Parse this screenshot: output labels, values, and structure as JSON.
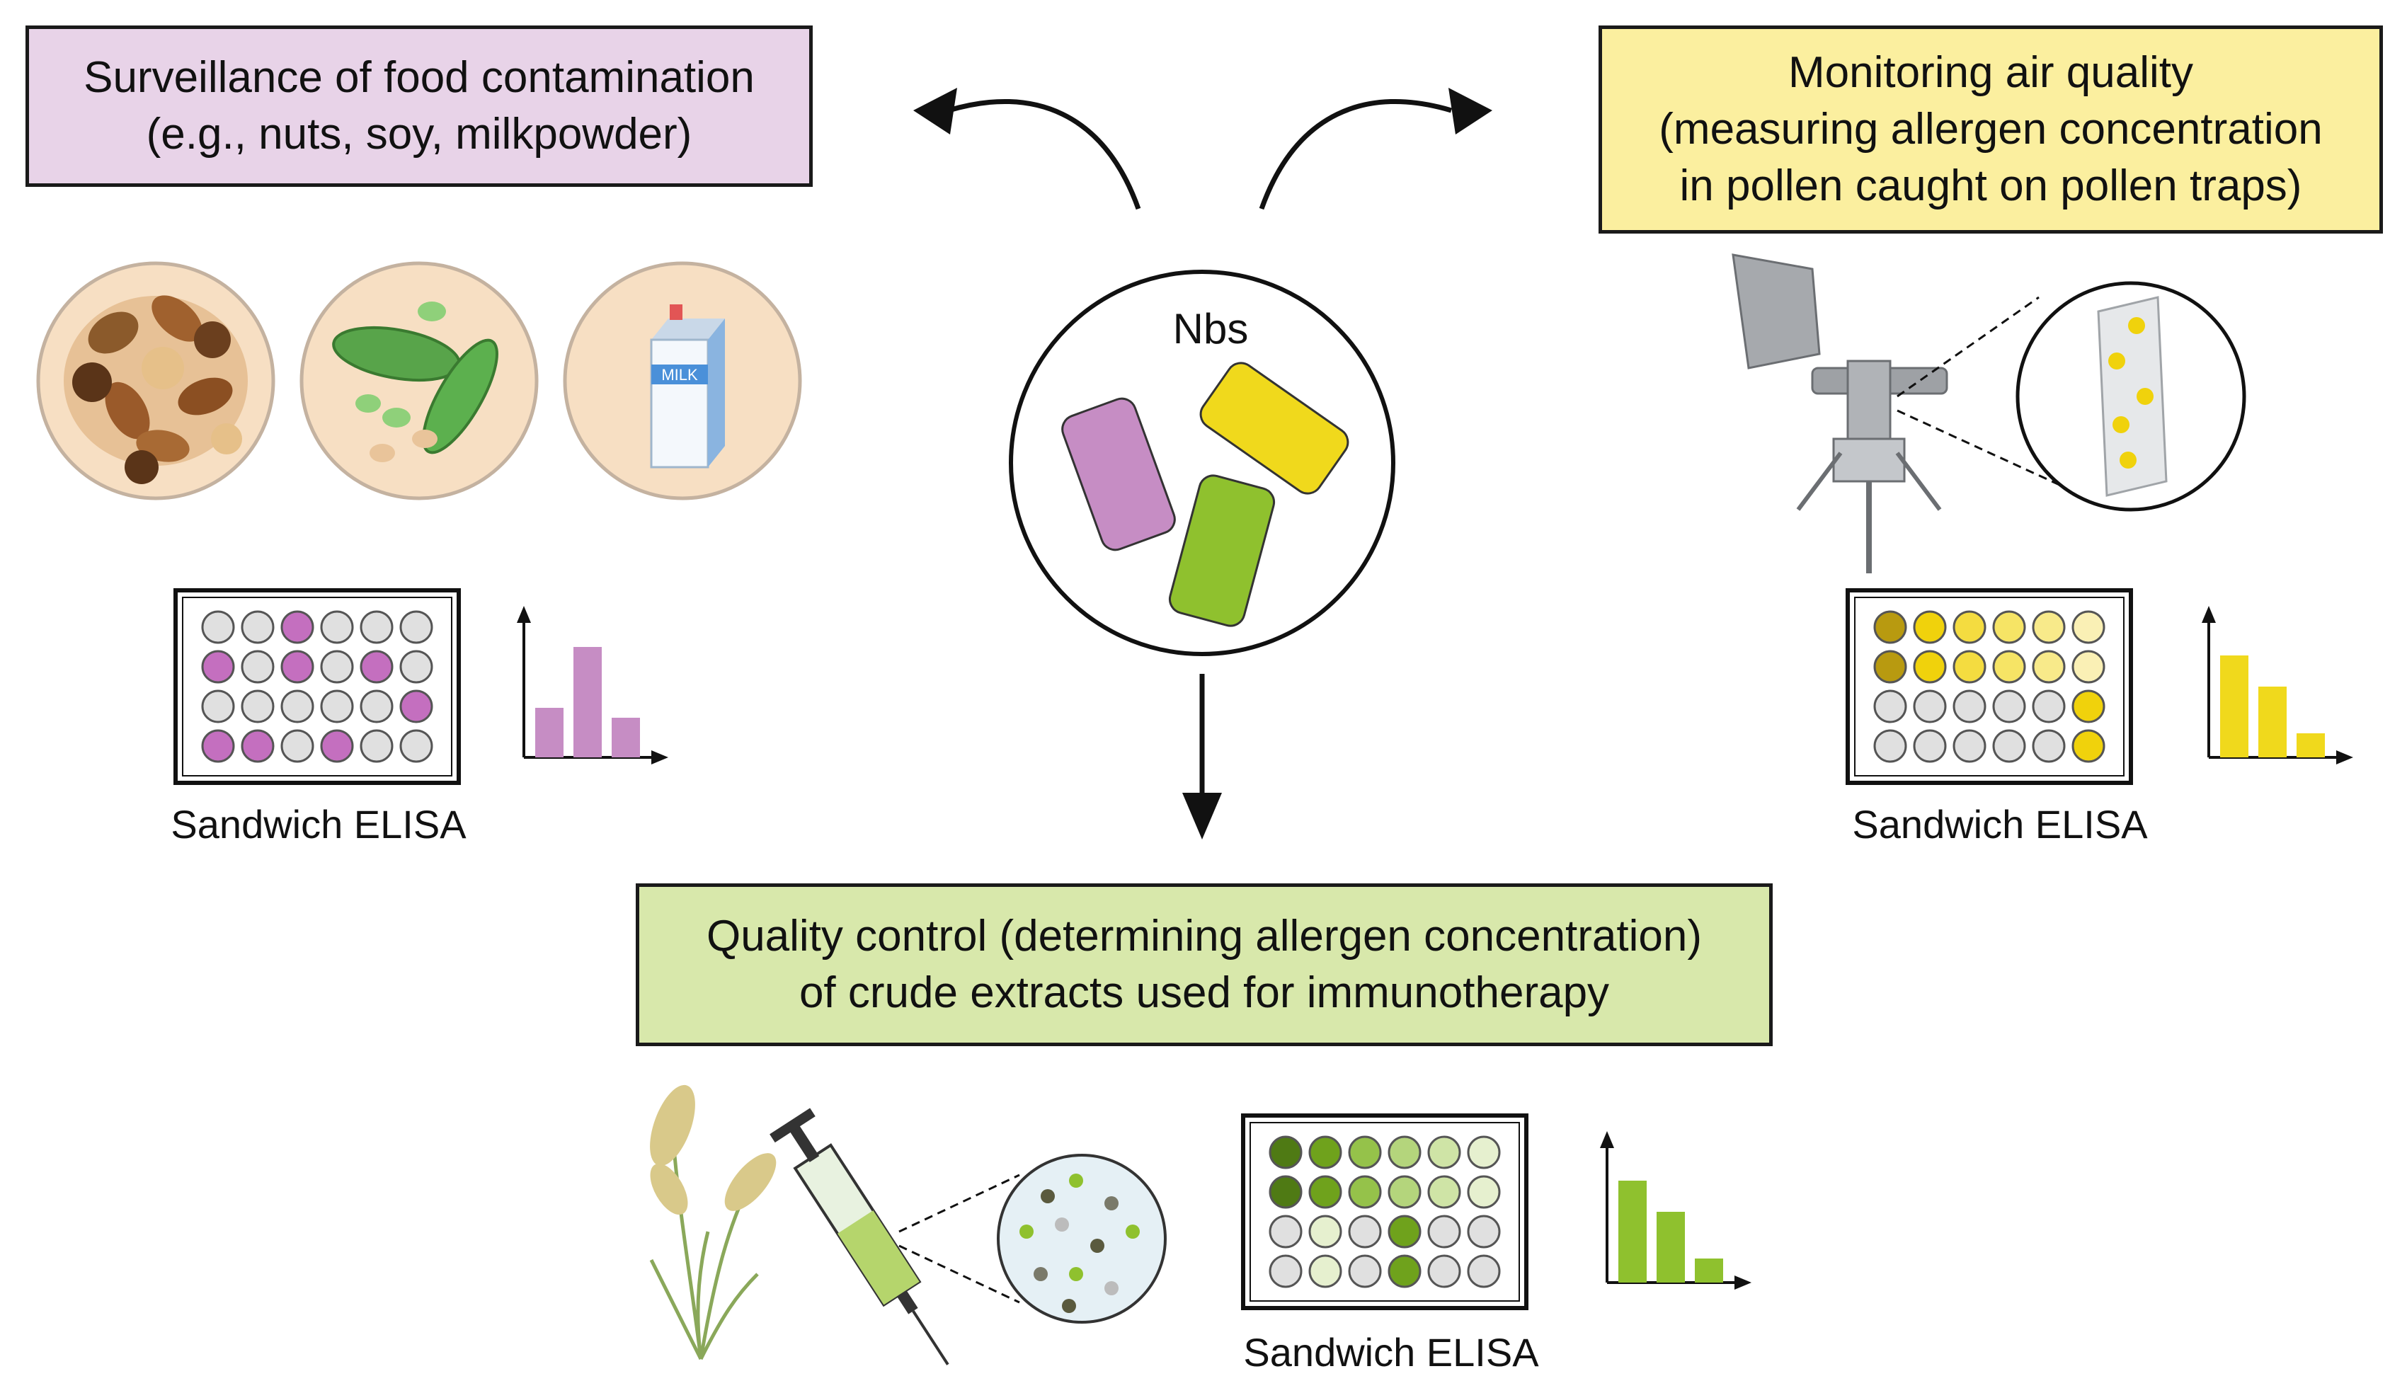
{
  "boxes": {
    "food": "Surveillance of food contamination\n(e.g., nuts, soy, milkpowder)",
    "air": "Monitoring air quality\n(measuring allergen concentration\nin pollen caught on pollen traps)",
    "quality": "Quality control (determining allergen concentration)\nof crude extracts used for immunotherapy"
  },
  "center": {
    "label": "Nbs"
  },
  "captions": {
    "food": "Sandwich ELISA",
    "air": "Sandwich ELISA",
    "quality": "Sandwich ELISA"
  },
  "food_icons": {
    "milk_label": "MILK"
  },
  "colors": {
    "purple": "#c68dc4",
    "yellow": "#f0d91c",
    "green": "#8fc12e",
    "box_food": "#e8d3e8",
    "box_air": "#fbef9f",
    "box_quality": "#d8e8ab"
  },
  "nanobodies": [
    {
      "name": "purple",
      "color": "#c68dc4"
    },
    {
      "name": "yellow",
      "color": "#f0d91c"
    },
    {
      "name": "green",
      "color": "#8fc12e"
    }
  ],
  "plates": {
    "food": [
      [
        "#e0e0e0",
        "#e0e0e0",
        "#c46fbf",
        "#e0e0e0",
        "#e0e0e0",
        "#e0e0e0"
      ],
      [
        "#c46fbf",
        "#e0e0e0",
        "#c46fbf",
        "#e0e0e0",
        "#c46fbf",
        "#e0e0e0"
      ],
      [
        "#e0e0e0",
        "#e0e0e0",
        "#e0e0e0",
        "#e0e0e0",
        "#e0e0e0",
        "#c46fbf"
      ],
      [
        "#c46fbf",
        "#c46fbf",
        "#e0e0e0",
        "#c46fbf",
        "#e0e0e0",
        "#e0e0e0"
      ]
    ],
    "air": [
      [
        "#b89a10",
        "#f0d20c",
        "#f4dc40",
        "#f6e465",
        "#f8ea8a",
        "#faf0b5"
      ],
      [
        "#b89a10",
        "#f0d20c",
        "#f4dc40",
        "#f6e465",
        "#f8ea8a",
        "#faf0b5"
      ],
      [
        "#e0e0e0",
        "#e0e0e0",
        "#e0e0e0",
        "#e0e0e0",
        "#e0e0e0",
        "#f0d20c"
      ],
      [
        "#e0e0e0",
        "#e0e0e0",
        "#e0e0e0",
        "#e0e0e0",
        "#e0e0e0",
        "#f0d20c"
      ]
    ],
    "quality": [
      [
        "#4f7a14",
        "#6fa21c",
        "#95c24a",
        "#b4d57c",
        "#cfe4a6",
        "#e6f0cf"
      ],
      [
        "#4f7a14",
        "#6fa21c",
        "#95c24a",
        "#b4d57c",
        "#cfe4a6",
        "#e6f0cf"
      ],
      [
        "#e0e0e0",
        "#e6f0cf",
        "#e0e0e0",
        "#6fa21c",
        "#e0e0e0",
        "#e0e0e0"
      ],
      [
        "#e0e0e0",
        "#e6f0cf",
        "#e0e0e0",
        "#6fa21c",
        "#e0e0e0",
        "#e0e0e0"
      ]
    ]
  },
  "bar_charts": {
    "food": {
      "values": [
        0.35,
        0.78,
        0.28
      ],
      "color": "#c68dc4"
    },
    "air": {
      "values": [
        0.72,
        0.5,
        0.17
      ],
      "color": "#f0d91c"
    },
    "quality": {
      "values": [
        0.72,
        0.5,
        0.17
      ],
      "color": "#8fc12e"
    }
  }
}
